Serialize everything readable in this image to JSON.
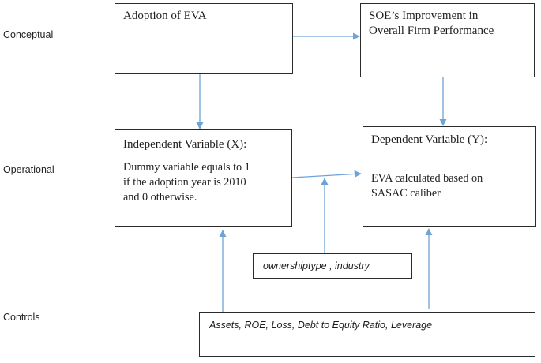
{
  "row_labels": {
    "conceptual": "Conceptual",
    "operational": "Operational",
    "controls": "Controls"
  },
  "boxes": {
    "adoption": {
      "title": "Adoption of EVA"
    },
    "improvement": {
      "title": "SOE’s Improvement in\nOverall Firm Performance"
    },
    "independent": {
      "title": "Independent Variable (X):",
      "body": "Dummy variable equals to 1\nif the adoption year is 2010\nand 0 otherwise."
    },
    "dependent": {
      "title": "Dependent Variable (Y):",
      "body": "EVA calculated based on\nSASAC caliber"
    }
  },
  "controls": {
    "ownership": "ownershiptype , industry",
    "financial": "Assets, ROE, Loss, Debt to Equity Ratio, Leverage"
  },
  "colors": {
    "arrow": "#6fa3d6",
    "border": "#2b2b2b"
  }
}
